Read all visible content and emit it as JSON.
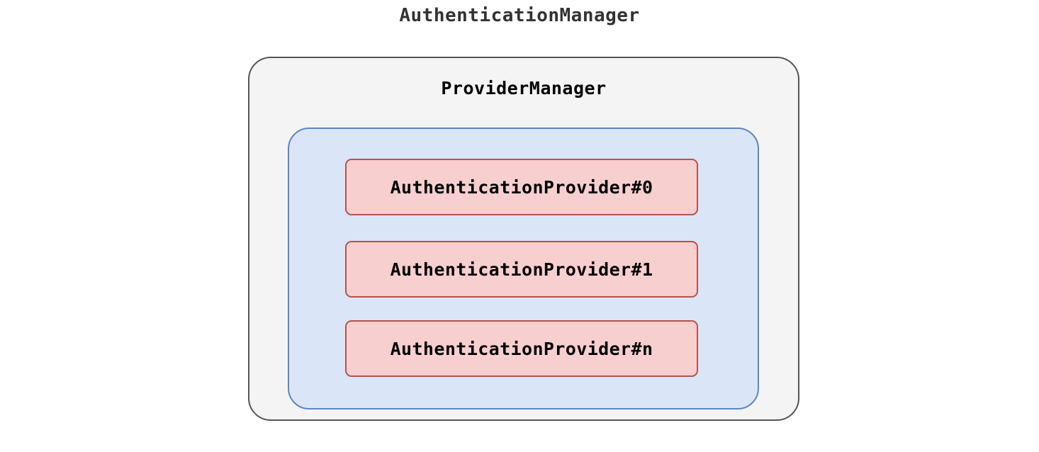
{
  "diagram": {
    "type": "nested-containment-diagram",
    "title": "AuthenticationManager",
    "outer_container": {
      "label": "ProviderManager",
      "fill_color": "#f4f4f4",
      "border_color": "#555555"
    },
    "group_box": {
      "fill_color": "#dae5f7",
      "border_color": "#5b87c4"
    },
    "providers": [
      {
        "label": "AuthenticationProvider#0"
      },
      {
        "label": "AuthenticationProvider#1"
      },
      {
        "label": "AuthenticationProvider#n"
      }
    ],
    "provider_style": {
      "fill_color": "#f8cfcf",
      "border_color": "#b5544c"
    },
    "background_color": "#ffffff",
    "text_color": "#000000",
    "title_color": "#333333"
  }
}
